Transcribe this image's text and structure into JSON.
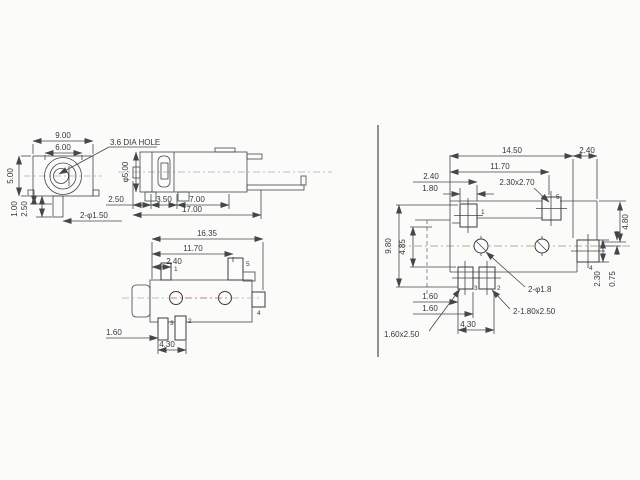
{
  "colors": {
    "line": "#43474b",
    "centerline_red": "#c05a48",
    "centerline_blue": "#9fb0bd",
    "centerline_olive": "#a59a5e",
    "background": "#fbfbf9"
  },
  "front_view": {
    "dim_width_outer": "9.00",
    "dim_width_inner": "6.00",
    "dim_height": "5.00",
    "dim_pin_step": "1.00",
    "dim_pin_length": "2.50",
    "hole_note": "3.6 DIA HOLE",
    "pin_note": "2-φ1.50"
  },
  "side_view": {
    "dim_barrel_dia": "φ5.00",
    "dim_front": "2.50",
    "dim_mid": "3.50",
    "dim_pitch": "7.00",
    "dim_total": "17.00"
  },
  "plan_view": {
    "dim_total": "16.35",
    "dim_pin5": "11.70",
    "dim_pin1": "2.40",
    "dim_pin3": "1.60",
    "dim_pitch": "4.30",
    "pin1": "1",
    "pin2": "2",
    "pin3": "3",
    "pin4": "4",
    "pin5": "5"
  },
  "pcb_view": {
    "dim_row": "14.50",
    "dim_pad4_w": "2.40",
    "dim_pad5_x": "11.70",
    "dim_pad1_x": "2.40",
    "dim_pad1_w": "1.80",
    "pad5_size": "2.30x2.70",
    "dim_height": "9.80",
    "dim_holes_y": "4.85",
    "dim_pad4_y": "4.80",
    "dim_pad4_h": "2.30",
    "dim_pad4_off": "0.75",
    "dim_pad3_x": "1.60",
    "dim_pad3_w": "1.60",
    "dim_pitch": "4.30",
    "pad3_size": "1.60x2.50",
    "hole_note": "2-φ1.8",
    "pad_note": "2-1.80x2.50",
    "pad1": "1",
    "pad2": "2",
    "pad3": "3",
    "pad4": "4",
    "pad5": "5"
  }
}
